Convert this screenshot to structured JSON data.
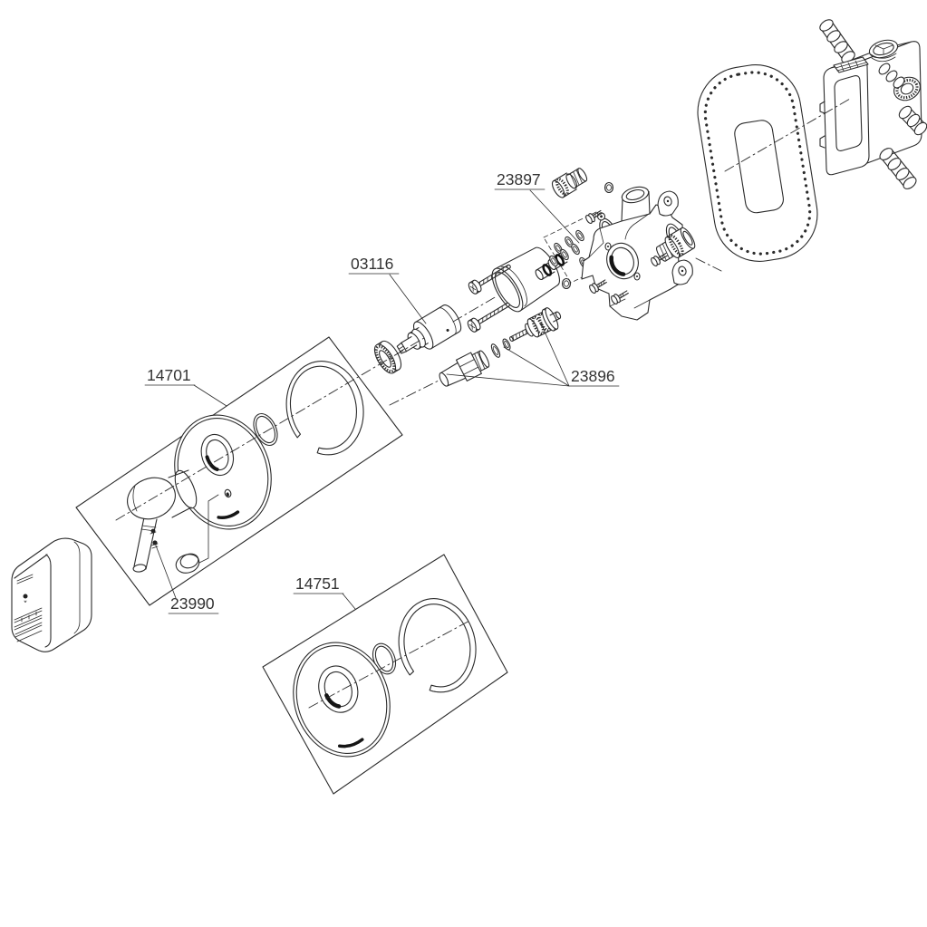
{
  "diagram": {
    "background": "#ffffff",
    "line_color": "#2b2b2b",
    "label_color": "#333333"
  },
  "part_labels": {
    "seal_kit": "23897",
    "cartridge": "03116",
    "lever_trim_set": "14701",
    "shutoff_parts": "23896",
    "set_screw": "23990",
    "plate_trim_set": "14751"
  }
}
